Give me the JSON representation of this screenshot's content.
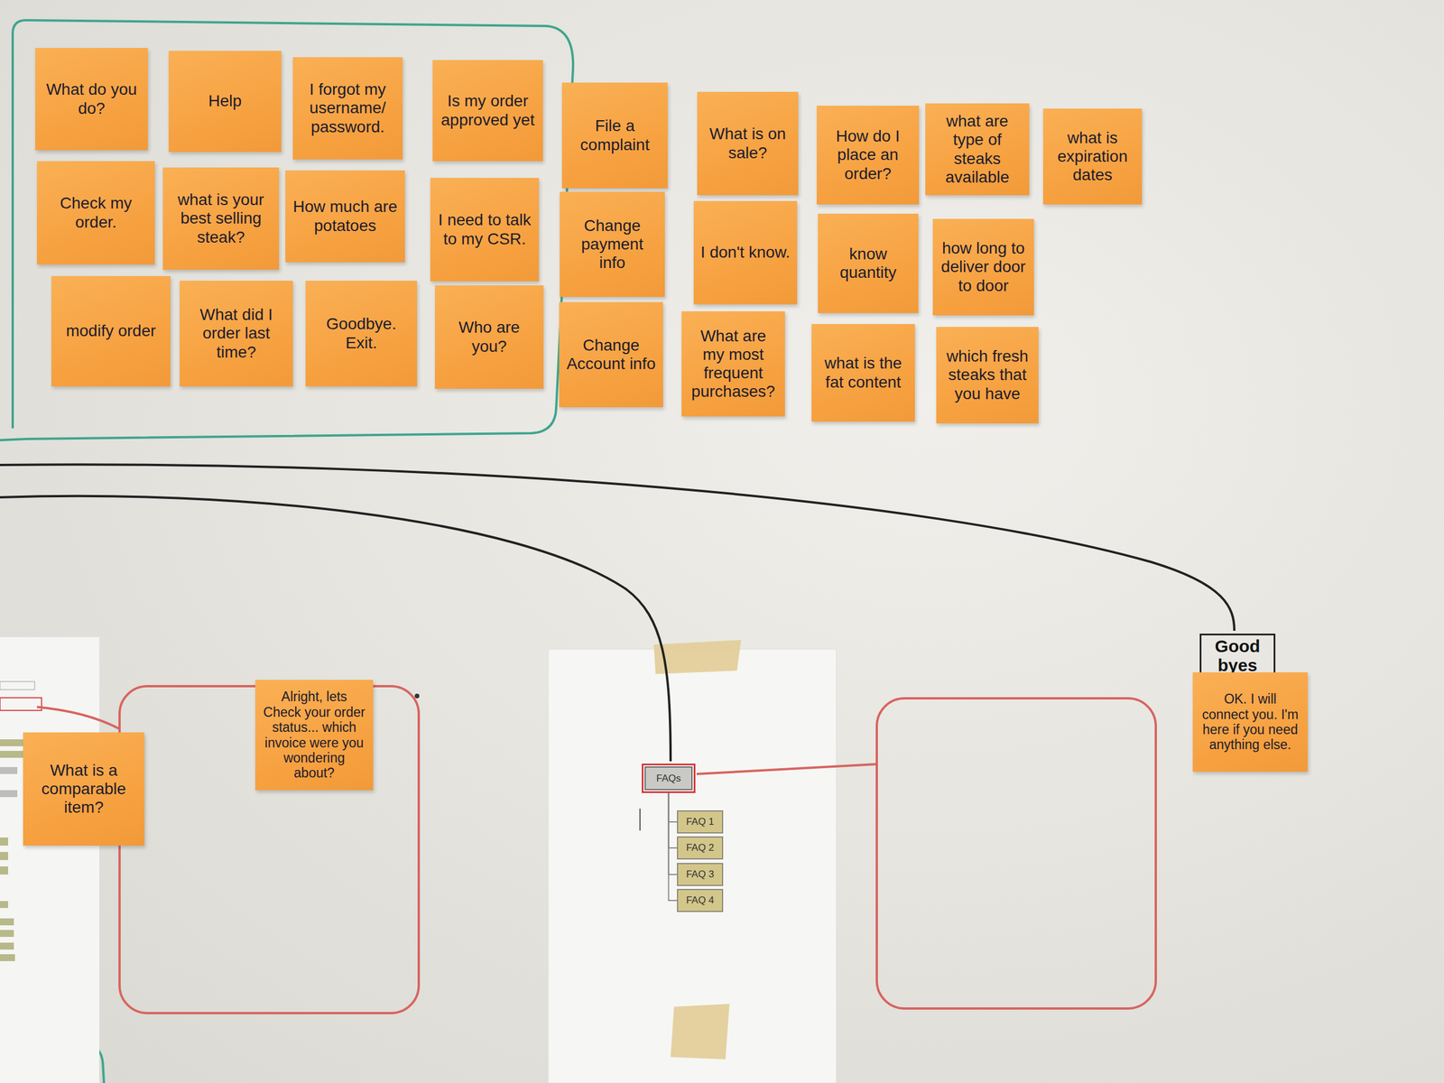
{
  "diagram": {
    "nodes": [
      {
        "text": [
          "What do you do?"
        ]
      },
      {
        "text": [
          "Help"
        ]
      },
      {
        "text": [
          "I forgot my username/ password."
        ]
      },
      {
        "text": [
          "Is my order approved yet"
        ]
      },
      {
        "text": [
          "File a complaint"
        ]
      },
      {
        "text": [
          "What is on sale?"
        ]
      },
      {
        "text": [
          "How do I place an order?"
        ]
      },
      {
        "text": [
          "what are type of steaks available"
        ]
      },
      {
        "text": [
          "what is expiration dates"
        ]
      },
      {
        "text": [
          "Check my order."
        ]
      },
      {
        "text": [
          "what is your best selling steak?"
        ]
      },
      {
        "text": [
          "How much are potatoes"
        ]
      },
      {
        "text": [
          "I need to talk to my CSR."
        ]
      },
      {
        "text": [
          "Change payment info"
        ]
      },
      {
        "text": [
          "I don't know."
        ]
      },
      {
        "text": [
          "know quantity"
        ]
      },
      {
        "text": [
          "how long to deliver door to door"
        ]
      },
      {
        "text": [
          "modify order"
        ]
      },
      {
        "text": [
          "What did I order last time?"
        ]
      },
      {
        "text": [
          "Goodbye. Exit."
        ]
      },
      {
        "text": [
          "Who are you?"
        ]
      },
      {
        "text": [
          "Change Account info"
        ]
      },
      {
        "text": [
          "What are my most frequent purchases?"
        ]
      },
      {
        "text": [
          "what is the fat content"
        ]
      },
      {
        "text": [
          "which fresh steaks that you have"
        ]
      },
      {
        "text": [
          "What is a comparable item?"
        ]
      },
      {
        "text": [
          "Alright, lets Check your order status... which invoice were you wondering about?"
        ]
      },
      {
        "text": [
          "FAQs"
        ]
      },
      {
        "text": [
          "FAQ 1"
        ]
      },
      {
        "text": [
          "FAQ 2"
        ]
      },
      {
        "text": [
          "FAQ 3"
        ]
      },
      {
        "text": [
          "FAQ 4"
        ]
      },
      {
        "text": [
          "Good byes"
        ]
      },
      {
        "text": [
          "OK. I will connect you. I'm here if you need anything else."
        ]
      }
    ],
    "edges": [
      {
        "from": 27,
        "to": 28,
        "arrow": "none"
      },
      {
        "from": 27,
        "to": 29,
        "arrow": "none"
      },
      {
        "from": 27,
        "to": 30,
        "arrow": "none"
      },
      {
        "from": 27,
        "to": 31,
        "arrow": "none"
      }
    ]
  }
}
